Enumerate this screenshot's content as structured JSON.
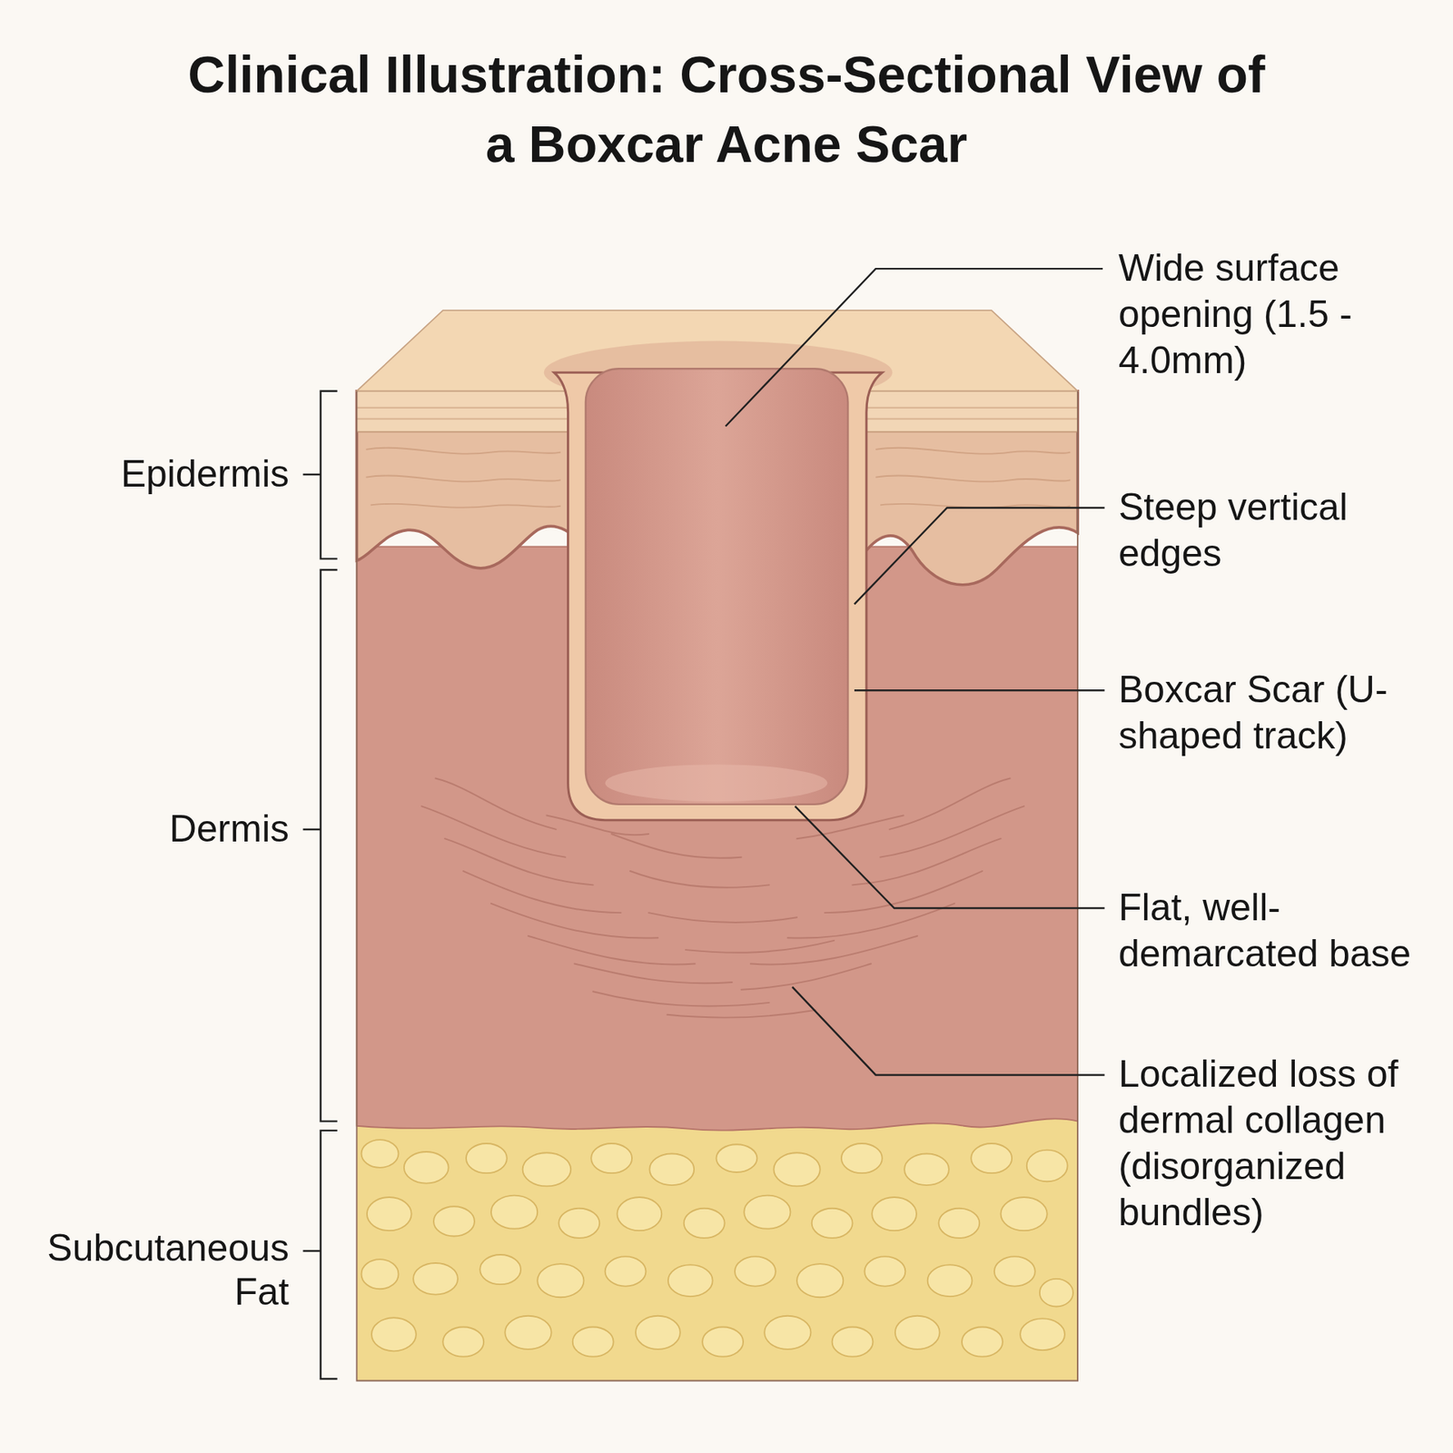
{
  "diagram": {
    "title": "Clinical Illustration: Cross-Sectional View of a Boxcar Acne Scar",
    "labels": [
      "Epidermis",
      "Dermis",
      "Subcutaneous Fat",
      "Wide surface opening (1.5 - 4.0mm)",
      "Steep vertical edges",
      "Boxcar Scar (U-shaped track)",
      "Flat, well-demarcated base",
      "Localized loss of dermal collagen (disorganized bundles)"
    ]
  }
}
